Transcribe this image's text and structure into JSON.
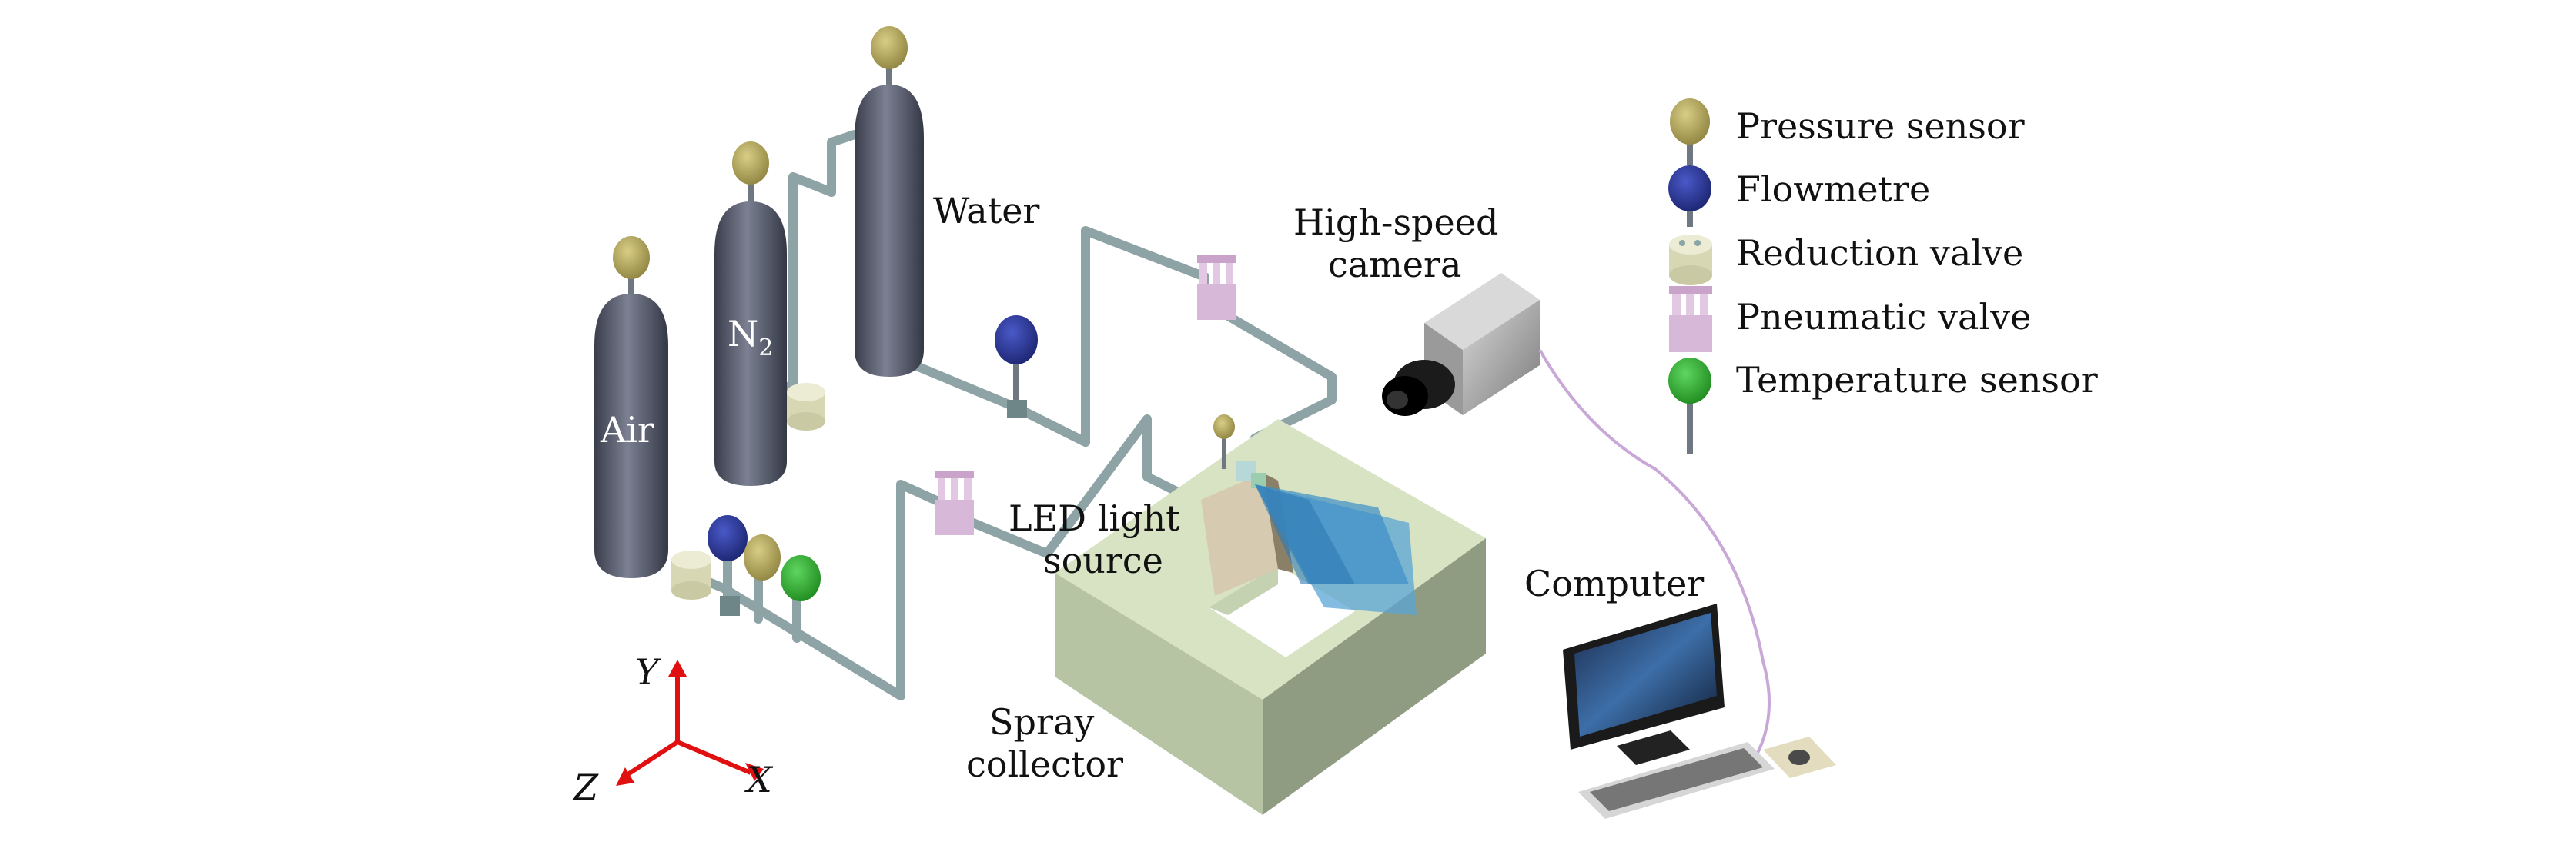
{
  "labels": {
    "water": "Water",
    "n2": "N",
    "n2_sub": "2",
    "air": "Air",
    "camera_line1": "High-speed",
    "camera_line2": "camera",
    "led_line1": "LED light",
    "led_line2": "source",
    "spray_line1": "Spray",
    "spray_line2": "collector",
    "computer": "Computer"
  },
  "axes": {
    "y": "Y",
    "z": "Z",
    "x": "X"
  },
  "legend": [
    {
      "label": "Pressure sensor",
      "icon": "pressure-sensor-icon"
    },
    {
      "label": "Flowmetre",
      "icon": "flowmetre-icon"
    },
    {
      "label": "Reduction valve",
      "icon": "reduction-valve-icon"
    },
    {
      "label": "Pneumatic valve",
      "icon": "pneumatic-valve-icon"
    },
    {
      "label": "Temperature sensor",
      "icon": "temperature-sensor-icon"
    }
  ],
  "colors": {
    "tank": "#5b6070",
    "pipe": "#8ea3a6",
    "pressure": "#b4a75a",
    "flow": "#2c3a9c",
    "reduction": "#e6e6c8",
    "pneumatic": "#d8b8d8",
    "temperature": "#3bb33b",
    "collector": "#b7c6a6",
    "axis": "#e01010"
  }
}
